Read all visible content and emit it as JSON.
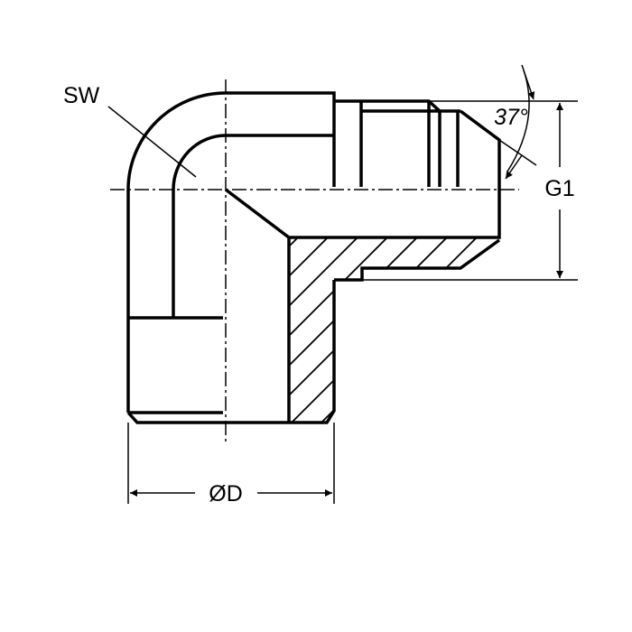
{
  "drawing": {
    "labels": {
      "wrench_size": "SW",
      "diameter": "ØD",
      "thread": "G1",
      "cone_angle": "37°"
    },
    "colors": {
      "line": "#000000",
      "background": "#ffffff"
    }
  }
}
